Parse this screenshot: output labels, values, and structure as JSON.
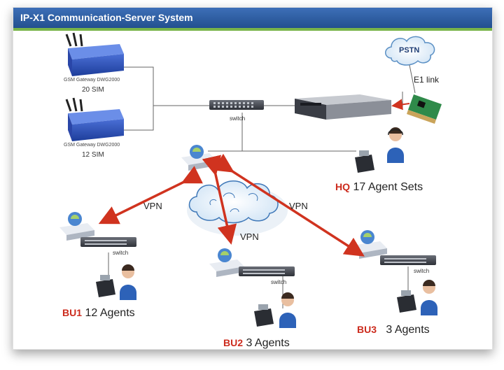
{
  "header": {
    "title": "IP-X1 Communication-Server System"
  },
  "gateways": [
    {
      "model": "GSM Gateway DWG2000",
      "sims": "20 SIM"
    },
    {
      "model": "GSM Gateway DWG2000",
      "sims": "12 SIM"
    }
  ],
  "pstn": {
    "label": "PSTN",
    "link": "E1 link"
  },
  "switch_label": "switch",
  "vpn_label": "VPN",
  "sites": {
    "hq": {
      "code": "HQ",
      "desc": "17 Agent Sets"
    },
    "bu1": {
      "code": "BU1",
      "desc": "12 Agents"
    },
    "bu2": {
      "code": "BU2",
      "desc": "3 Agents"
    },
    "bu3": {
      "code": "BU3",
      "desc": "3 Agents"
    }
  },
  "colors": {
    "header": "#2f5ea3",
    "accent_line": "#79b54a",
    "vpn_arrow": "#d0331f",
    "site_code": "#cc2b1d"
  }
}
